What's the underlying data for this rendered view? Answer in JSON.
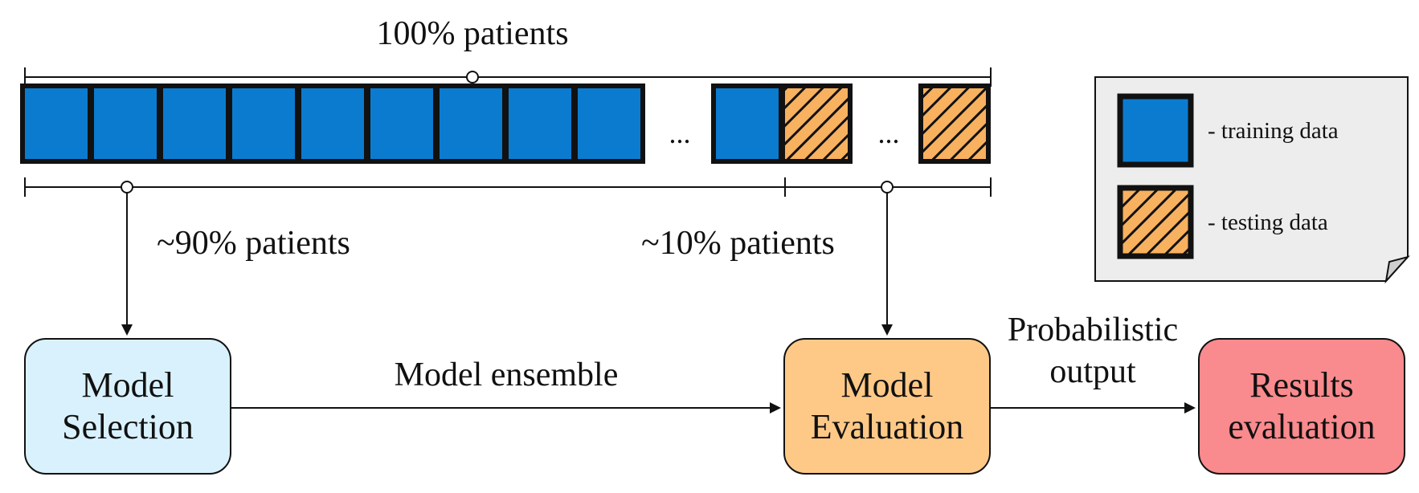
{
  "top_label": "100% patients",
  "left_split_label": "~90% patients",
  "right_split_label": "~10% patients",
  "ellipsis_1": "...",
  "ellipsis_2": "...",
  "legend": {
    "training_label": "- training data",
    "testing_label": "- testing data"
  },
  "boxes": {
    "model_selection": {
      "line1": "Model",
      "line2": "Selection"
    },
    "model_evaluation": {
      "line1": "Model",
      "line2": "Evaluation"
    },
    "results_evaluation": {
      "line1": "Results",
      "line2": "evaluation"
    }
  },
  "edges": {
    "ensemble_label": "Model ensemble",
    "probabilistic_line1": "Probabilistic",
    "probabilistic_line2": "output"
  },
  "colors": {
    "training": "#0b7bd0",
    "testing_base": "#f7b15f",
    "testing_stripe": "#111111",
    "model_selection": "#d9f1fc",
    "model_evaluation": "#fec987",
    "results_evaluation": "#f98a8d",
    "legend_panel": "#ededed"
  }
}
